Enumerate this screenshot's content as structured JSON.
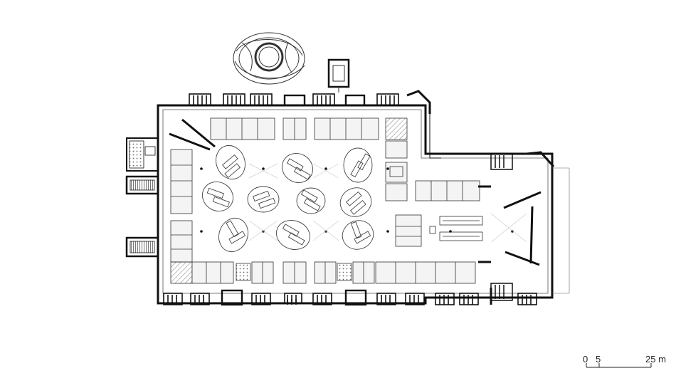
{
  "scale_bar": {
    "label_zero": "0",
    "label_five": "5",
    "label_end": "25 m"
  },
  "colors": {
    "ink": "#111111",
    "line": "#333333",
    "hatch": "#777777",
    "fill_light": "#f0f0f0",
    "background": "#ffffff"
  }
}
